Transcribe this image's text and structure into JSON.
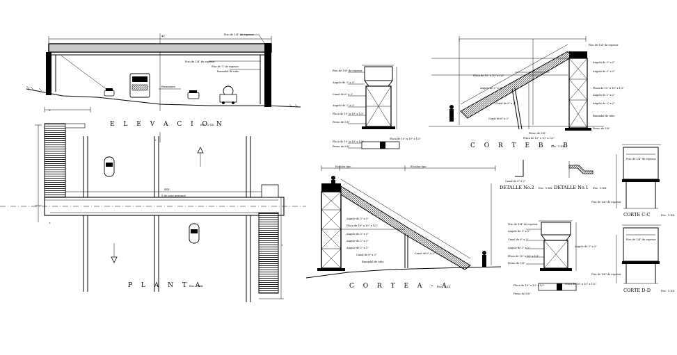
{
  "colors": {
    "ink": "#000000",
    "paper": "#ffffff"
  },
  "views": {
    "elevacion": {
      "title": "E L E V A C I O N",
      "scale": "Esc. 1:XX"
    },
    "planta": {
      "title": "P L A N T A",
      "scale": "Esc. 1:XX"
    },
    "corte_aa": {
      "title": "C O R T E   A - A",
      "scale": "Esc. 1:XX"
    },
    "corte_bb": {
      "title": "C O R T E   B - B",
      "scale": "Esc. 1:XX"
    },
    "corte_cc": {
      "title": "CORTE C-C",
      "scale": "Esc. 1:XX"
    },
    "corte_dd": {
      "title": "CORTE D-D",
      "scale": "Esc. 1:XX"
    },
    "detalle_1": {
      "title": "DETALLE No.1",
      "scale": "Esc. 1:XX"
    },
    "detalle_2": {
      "title": "DETALLE No.2",
      "scale": "Esc. 1:XX"
    }
  },
  "notes": {
    "piso_plank": "Piso de 1/4\" de espesor",
    "piso_7": "Piso de 7\" de espesor",
    "angulo_3x3": "Angulo de 3\" x 3\"",
    "angulo_2x2": "Angulo de 2\" x 2\"",
    "canal_6": "Canal de 6\" x 2\"",
    "placa_base": "Placa de 10\" x 10\" x 1/2\"",
    "perno": "Perno de 5/8\"",
    "barandal": "Barandal de tubo",
    "pasamanos": "Pasamanos",
    "escalon": "Escalon tipo"
  }
}
